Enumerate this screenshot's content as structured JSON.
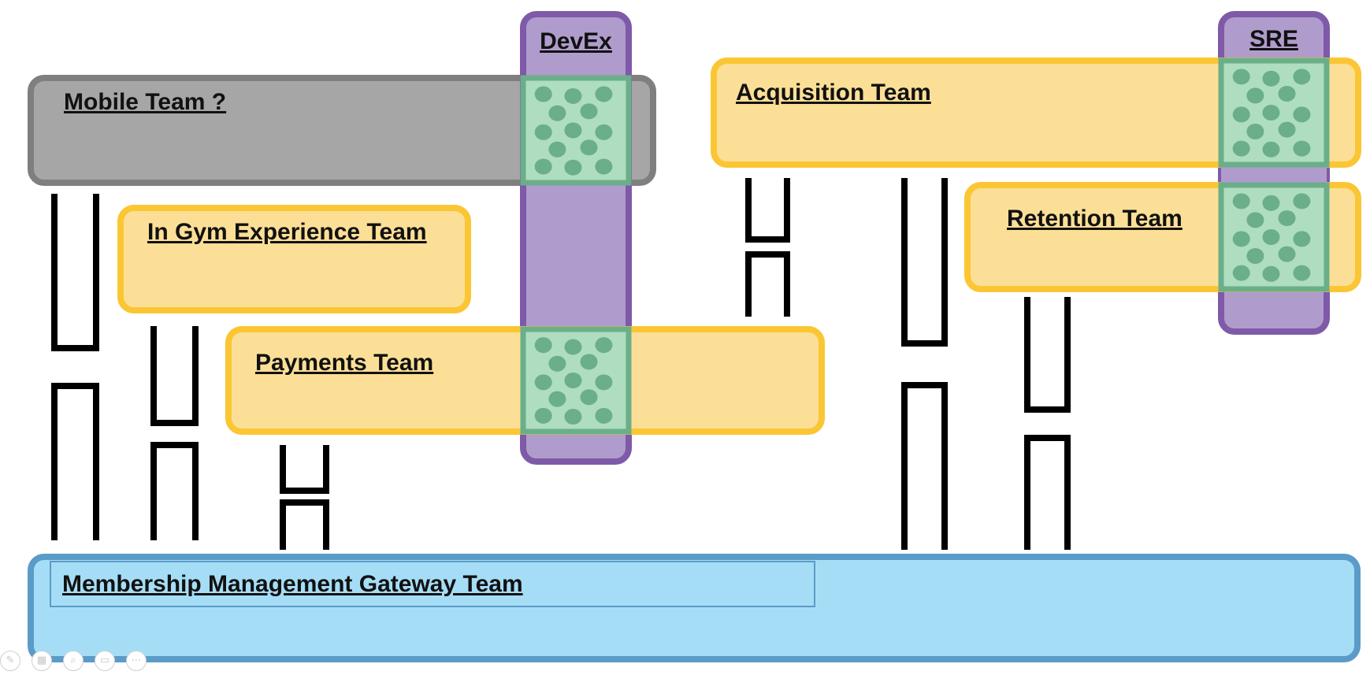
{
  "colors": {
    "stream_fill": "#FCDF96",
    "stream_border": "#FBC634",
    "mobile_fill": "#A6A6A6",
    "mobile_border": "#7F7F7F",
    "platform_fill": "#B09CCC",
    "platform_border": "#7F5AA8",
    "gateway_fill": "#A6DDF6",
    "gateway_border": "#5B9BC8",
    "facilitation_fill": "#AEDDC0",
    "facilitation_border": "#6BAE8A",
    "facilitation_dot": "#6BAE8A",
    "connector": "#000000"
  },
  "teams": {
    "mobile": "Mobile Team ?",
    "in_gym": "In Gym Experience Team",
    "payments": "Payments Team",
    "acquisition": "Acquisition Team",
    "retention": "Retention Team",
    "gateway": "Membership Management Gateway Team"
  },
  "platforms": {
    "devex": "DevEx",
    "sre": "SRE"
  },
  "toolbar": {
    "icons": [
      "pen-icon",
      "layout-icon",
      "zoom-icon",
      "slide-icon",
      "more-icon"
    ],
    "glyphs": [
      "✎",
      "▦",
      "⌕",
      "▭",
      "⋯"
    ]
  }
}
